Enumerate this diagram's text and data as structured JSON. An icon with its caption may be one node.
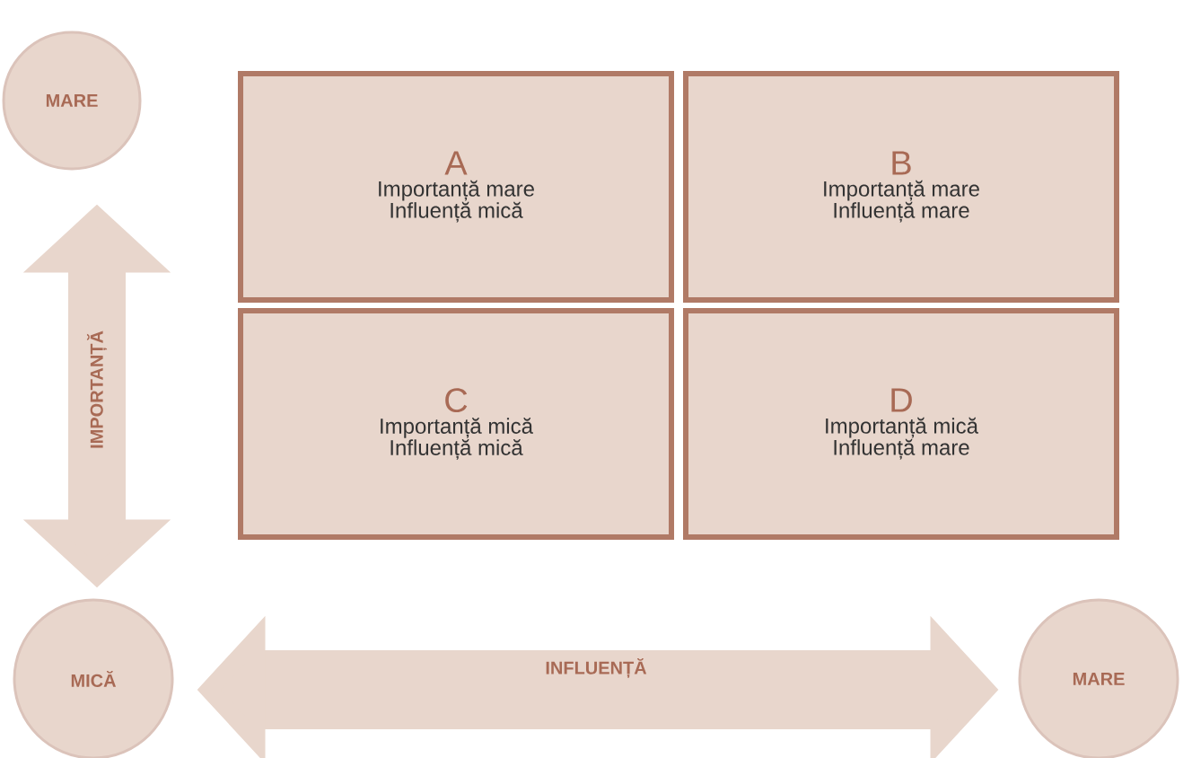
{
  "diagram": {
    "nodes": [
      {
        "text": [
          "MARE"
        ]
      },
      {
        "text": [
          "A",
          "Importanță mare",
          "Influență mică"
        ]
      },
      {
        "text": [
          "B",
          "Importanță mare",
          "Influență mare"
        ]
      },
      {
        "text": [
          "C",
          "Importanță mică",
          "Influență mică"
        ]
      },
      {
        "text": [
          "D",
          "Importanță mică",
          "Influență mare"
        ]
      },
      {
        "text": [
          "MICĂ"
        ]
      },
      {
        "text": [
          "MARE"
        ]
      }
    ],
    "edges": [
      {
        "from": 0,
        "to": 5,
        "arrow": "both",
        "label": "IMPORTANȚĂ"
      },
      {
        "from": 5,
        "to": 6,
        "arrow": "both",
        "label": "INFLUENȚĂ"
      }
    ]
  }
}
